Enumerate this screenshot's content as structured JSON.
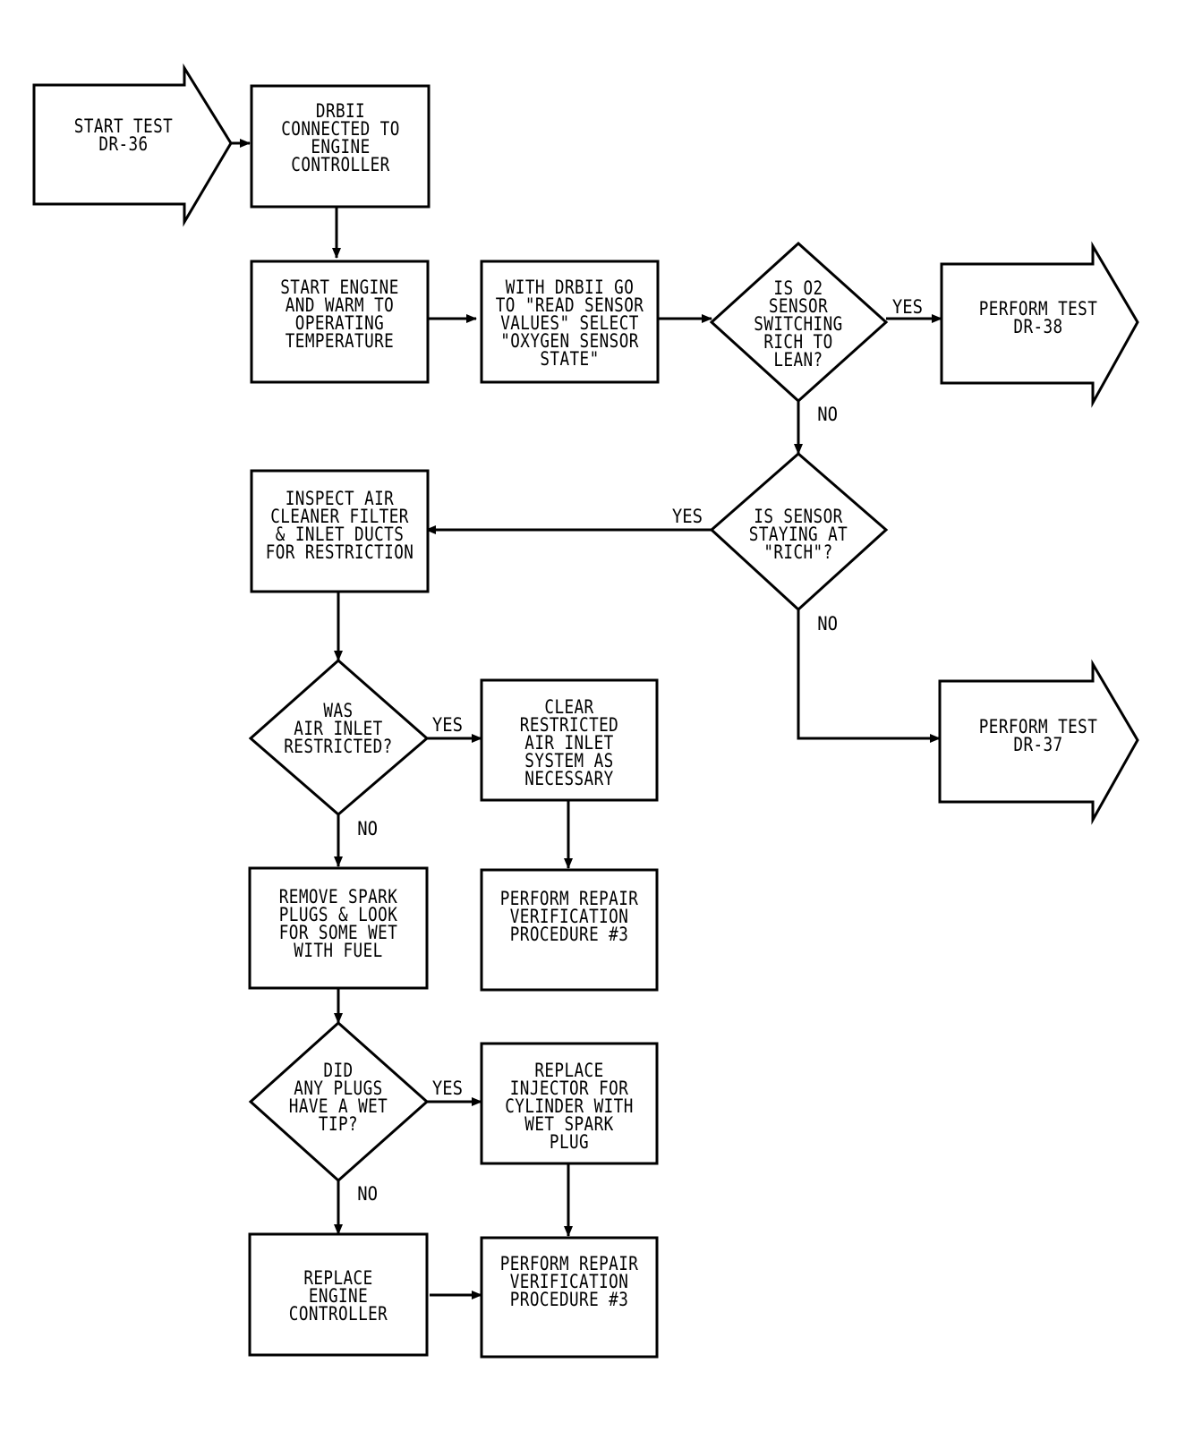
{
  "nodes": {
    "start": {
      "text": "START TEST\nDR-36"
    },
    "connect": {
      "text": "DRBII\nCONNECTED TO\nENGINE\nCONTROLLER"
    },
    "warm": {
      "text": "START ENGINE\nAND WARM TO\nOPERATING\nTEMPERATURE"
    },
    "read": {
      "text": "WITH DRBII GO\nTO \"READ SENSOR\nVALUES\" SELECT\n\"OXYGEN SENSOR\nSTATE\""
    },
    "q_switch": {
      "text": "IS O2\nSENSOR\nSWITCHING\nRICH TO\nLEAN?"
    },
    "dr38": {
      "text": "PERFORM TEST\nDR-38"
    },
    "q_rich": {
      "text": "IS SENSOR\nSTAYING AT\n\"RICH\"?"
    },
    "inspect": {
      "text": "INSPECT AIR\nCLEANER FILTER\n& INLET DUCTS\nFOR RESTRICTION"
    },
    "dr37": {
      "text": "PERFORM TEST\nDR-37"
    },
    "q_inlet": {
      "text": "WAS\nAIR INLET\nRESTRICTED?"
    },
    "clear": {
      "text": "CLEAR\nRESTRICTED\nAIR INLET\nSYSTEM AS\nNECESSARY"
    },
    "spark": {
      "text": "REMOVE SPARK\nPLUGS & LOOK\nFOR SOME WET\nWITH FUEL"
    },
    "verify1": {
      "text": "PERFORM REPAIR\nVERIFICATION\nPROCEDURE #3"
    },
    "q_wet": {
      "text": "DID\nANY PLUGS\nHAVE A WET\nTIP?"
    },
    "injector": {
      "text": "REPLACE\nINJECTOR FOR\nCYLINDER WITH\nWET SPARK\nPLUG"
    },
    "controller": {
      "text": "REPLACE\nENGINE\nCONTROLLER"
    },
    "verify2": {
      "text": "PERFORM REPAIR\nVERIFICATION\nPROCEDURE #3"
    }
  },
  "edges": {
    "switch_yes": "YES",
    "switch_no": "NO",
    "rich_yes": "YES",
    "rich_no": "NO",
    "inlet_yes": "YES",
    "inlet_no": "NO",
    "wet_yes": "YES",
    "wet_no": "NO"
  }
}
